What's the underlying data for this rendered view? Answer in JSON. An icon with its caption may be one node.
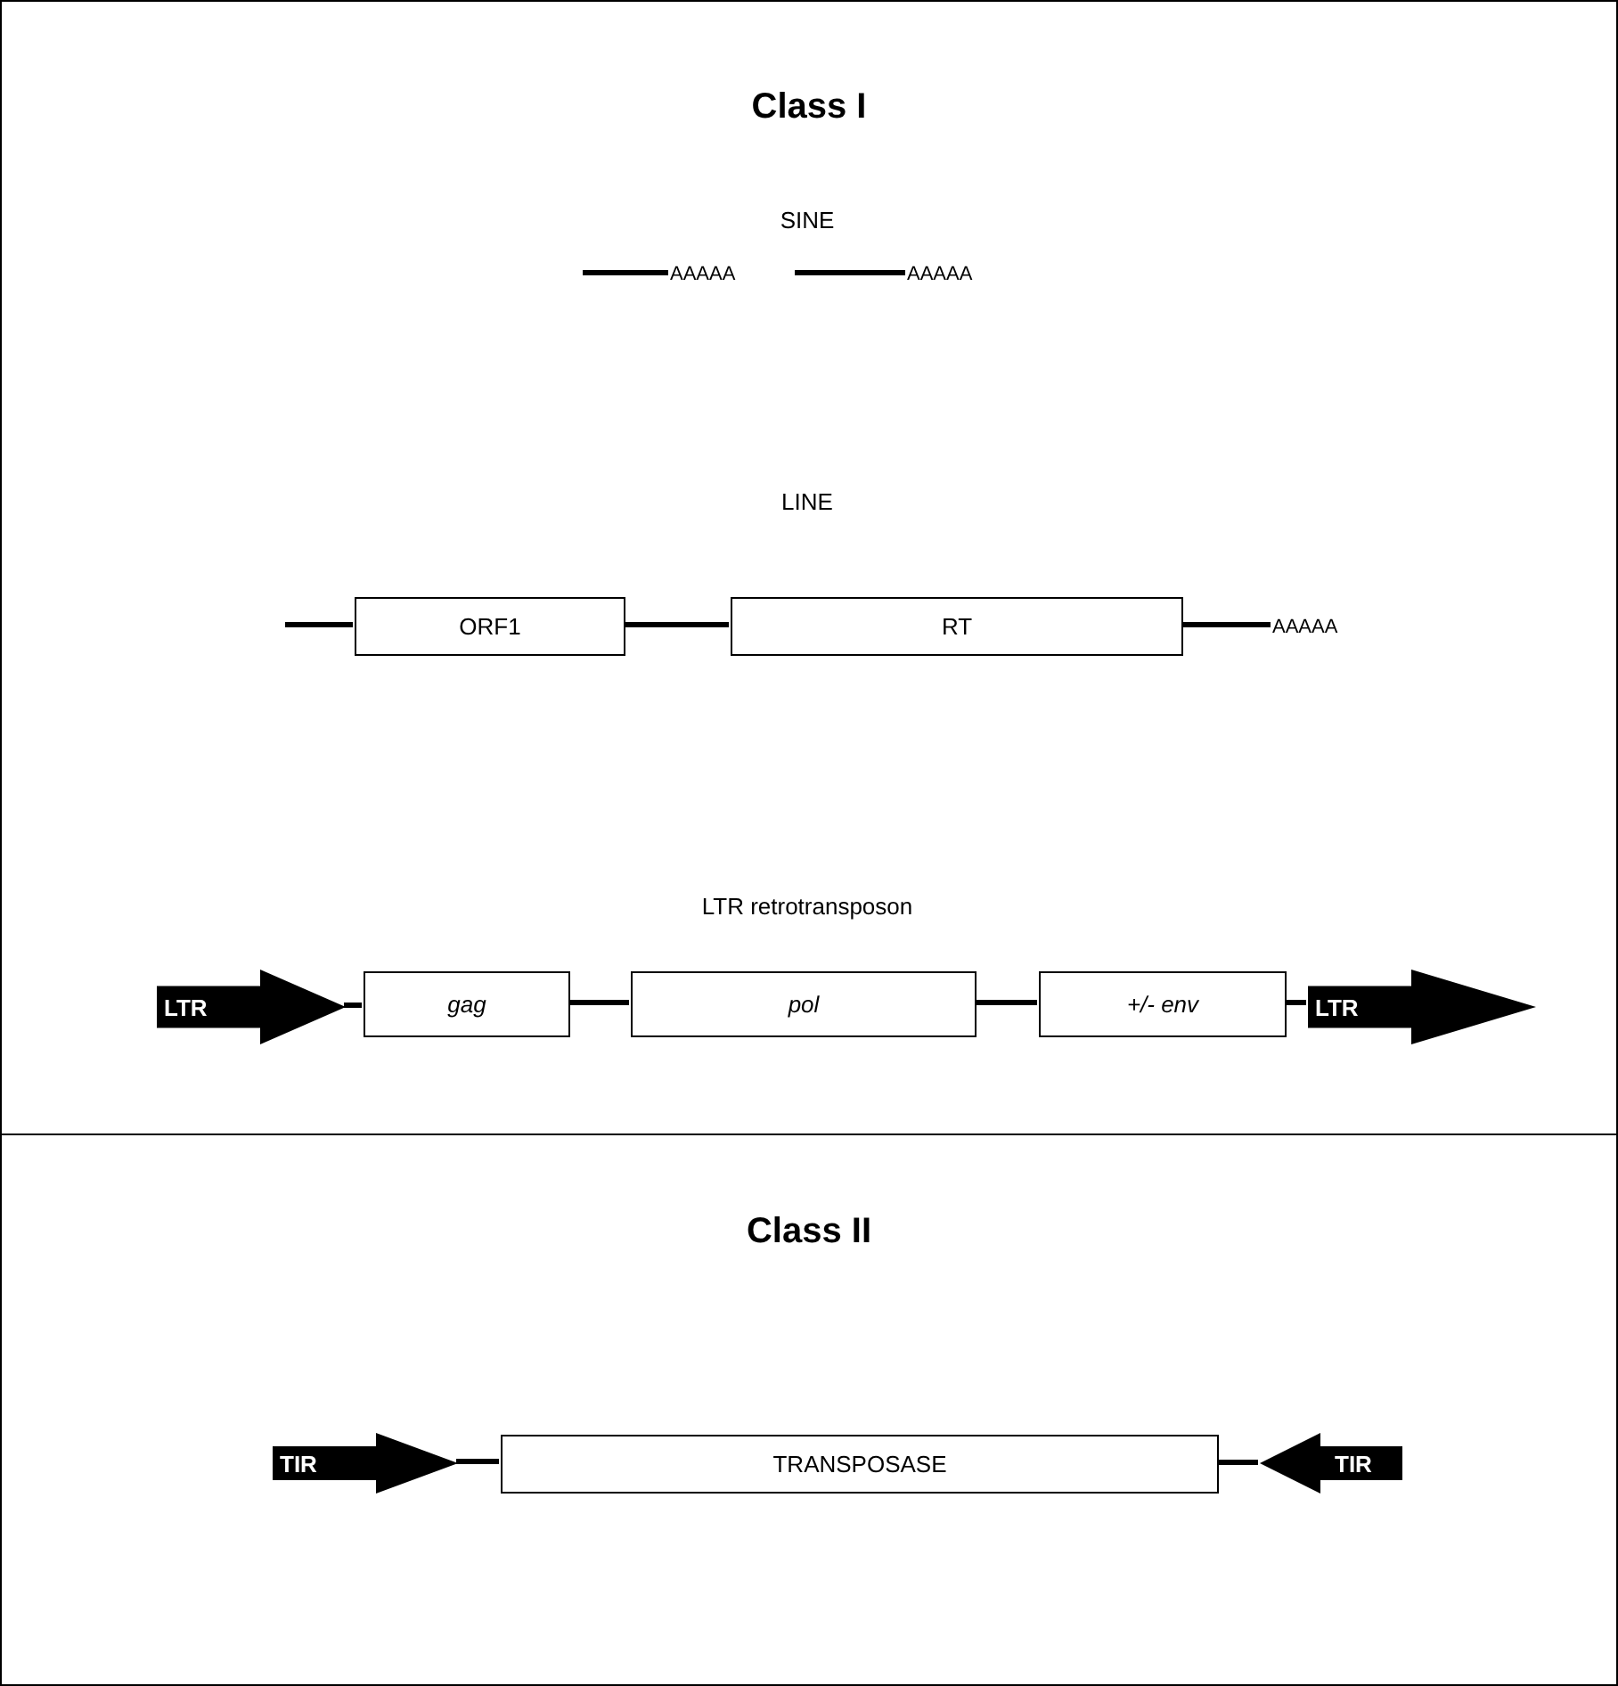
{
  "diagram": {
    "nodes": [
      {
        "text": [
          "Class I"
        ]
      },
      {
        "text": [
          "AAAAA"
        ],
        "in": 0
      },
      {
        "text": [
          "AAAAA"
        ],
        "in": 0
      },
      {
        "text": [
          "ORF1"
        ],
        "in": 0
      },
      {
        "text": [
          "RT"
        ],
        "in": 0
      },
      {
        "text": [
          "AAAAA"
        ],
        "in": 0
      },
      {
        "text": [
          "LTR"
        ],
        "in": 0
      },
      {
        "text": [
          "gag"
        ],
        "in": 0
      },
      {
        "text": [
          "pol"
        ],
        "in": 0
      },
      {
        "text": [
          "+/- env"
        ],
        "in": 0
      },
      {
        "text": [
          "LTR"
        ],
        "in": 0
      },
      {
        "text": [
          "Class II"
        ]
      },
      {
        "text": [
          "TIR"
        ],
        "in": 11
      },
      {
        "text": [
          "TRANSPOSASE"
        ],
        "in": 11
      },
      {
        "text": [
          "TIR"
        ],
        "in": 11
      }
    ],
    "edges": [
      {
        "from": null,
        "to": 1,
        "arrow": "none"
      },
      {
        "from": null,
        "to": 2,
        "arrow": "none"
      },
      {
        "from": null,
        "to": 3,
        "arrow": "none"
      },
      {
        "from": 3,
        "to": 4,
        "arrow": "none"
      },
      {
        "from": 4,
        "to": 5,
        "arrow": "none"
      },
      {
        "from": 6,
        "to": 7,
        "arrow": "none"
      },
      {
        "from": 7,
        "to": 8,
        "arrow": "none"
      },
      {
        "from": 8,
        "to": 9,
        "arrow": "none"
      },
      {
        "from": 9,
        "to": 10,
        "arrow": "none"
      },
      {
        "from": 12,
        "to": 13,
        "arrow": "none"
      },
      {
        "from": 13,
        "to": 14,
        "arrow": "none"
      }
    ],
    "labels": [
      "SINE",
      "LINE",
      "LTR retrotransposon"
    ]
  }
}
